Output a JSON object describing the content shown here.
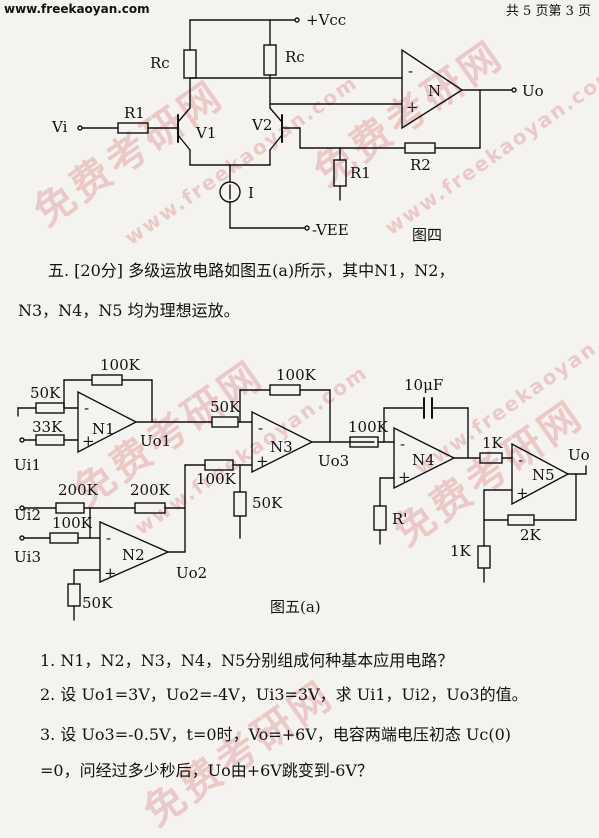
{
  "header": {
    "url": "www.freekaoyan.com",
    "page_info": "共 5 页第 3 页"
  },
  "watermark": {
    "cn": "免费考研网",
    "en": "www.freekaoyan.com",
    "color": "#c93a3a"
  },
  "fig4": {
    "vcc": "+Vcc",
    "vee": "-VEE",
    "rc_left": "Rc",
    "rc_right": "Rc",
    "r1_in": "R1",
    "r1_gnd": "R1",
    "r2": "R2",
    "vi": "Vi",
    "v1": "V1",
    "v2": "V2",
    "opamp": "N",
    "vo": "Uo",
    "i_src": "I",
    "caption": "图四",
    "minus": "-",
    "plus": "+"
  },
  "problem5": {
    "line1": "五. [20分] 多级运放电路如图五(a)所示，其中N1，N2，",
    "line2": "N3，N4，N5 均为理想运放。"
  },
  "fig5": {
    "caption": "图五(a)",
    "n1": "N1",
    "n2": "N2",
    "n3": "N3",
    "n4": "N4",
    "n5": "N5",
    "r100k_n1": "100K",
    "r50k_n1": "50K",
    "r33k": "33K",
    "r100k_n3f": "100K",
    "r50k_n3in": "50K",
    "r100k_n3p": "100K",
    "r50k_n3g": "50K",
    "r200k_a": "200K",
    "r200k_b": "200K",
    "r100k_n2": "100K",
    "r50k_n2": "50K",
    "r100k_n4": "100K",
    "cap": "10μF",
    "rprime": "R'",
    "r1k_n5": "1K",
    "r2k": "2K",
    "r1k_g": "1K",
    "vi1": "Ui1",
    "vi2": "Ui2",
    "vi3": "Ui3",
    "vo1": "Uo1",
    "vo2": "Uo2",
    "vo3": "Uo3",
    "vo": "Uo",
    "minus": "-",
    "plus": "+"
  },
  "questions": [
    "1. N1，N2，N3，N4，N5分别组成何种基本应用电路？",
    "2. 设 Uo1=3V，Uo2=-4V，Ui3=3V，求 Ui1，Ui2，Uo3的值。",
    "3. 设 Uo3=-0.5V，t=0时，Vo=+6V，电容两端电压初态 Uc(0)",
    "=0，问经过多少秒后，Uo由+6V跳变到-6V？"
  ]
}
